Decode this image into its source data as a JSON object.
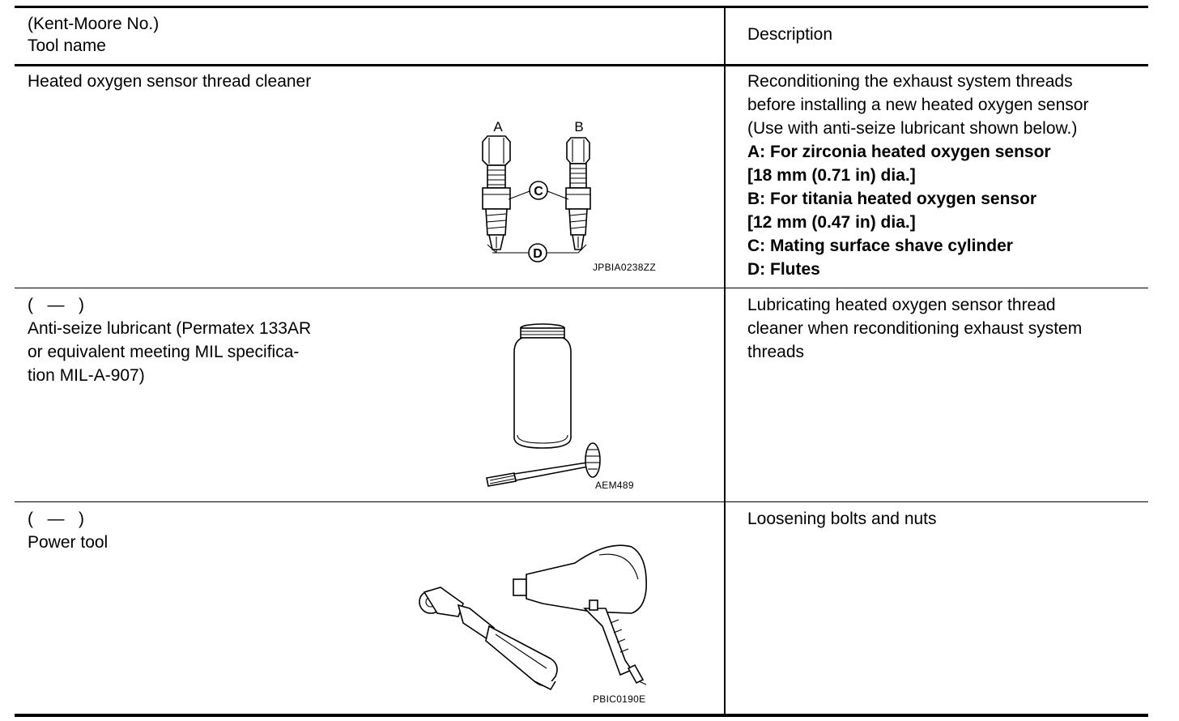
{
  "header": {
    "tool_col_line1": "(Kent-Moore No.)",
    "tool_col_line2": "Tool name",
    "desc_col": "Description"
  },
  "rows": [
    {
      "tool_lines": [
        "Heated oxygen sensor thread cleaner"
      ],
      "figure": {
        "code": "JPBIA0238ZZ",
        "labels": [
          "A",
          "B",
          "C",
          "D"
        ],
        "icon": "thread-cleaner-illustration"
      },
      "description": [
        {
          "text": "Reconditioning the exhaust system threads",
          "bold": false
        },
        {
          "text": "before installing a new heated oxygen sensor",
          "bold": false
        },
        {
          "text": "(Use with anti-seize lubricant shown below.)",
          "bold": false
        },
        {
          "text": "A: For zirconia heated oxygen sensor",
          "bold": true
        },
        {
          "text": "[18 mm (0.71 in) dia.]",
          "bold": true
        },
        {
          "text": "B: For titania heated oxygen sensor",
          "bold": true
        },
        {
          "text": "[12 mm (0.47 in) dia.]",
          "bold": true
        },
        {
          "text": "C: Mating surface shave cylinder",
          "bold": true
        },
        {
          "text": "D: Flutes",
          "bold": true
        }
      ]
    },
    {
      "tool_lines": [
        "(   —   )",
        "Anti-seize lubricant (Permatex 133AR",
        "or equivalent meeting MIL specifica-",
        "tion MIL-A-907)"
      ],
      "figure": {
        "code": "AEM489",
        "icon": "lubricant-bottle-and-brush-illustration"
      },
      "description": [
        {
          "text": "Lubricating heated oxygen sensor thread",
          "bold": false
        },
        {
          "text": "cleaner when reconditioning exhaust system",
          "bold": false
        },
        {
          "text": "threads",
          "bold": false
        }
      ]
    },
    {
      "tool_lines": [
        "(   —   )",
        "Power tool"
      ],
      "figure": {
        "code": "PBIC0190E",
        "icon": "ratchet-and-impact-wrench-illustration"
      },
      "description": [
        {
          "text": "Loosening bolts and nuts",
          "bold": false
        }
      ]
    }
  ]
}
